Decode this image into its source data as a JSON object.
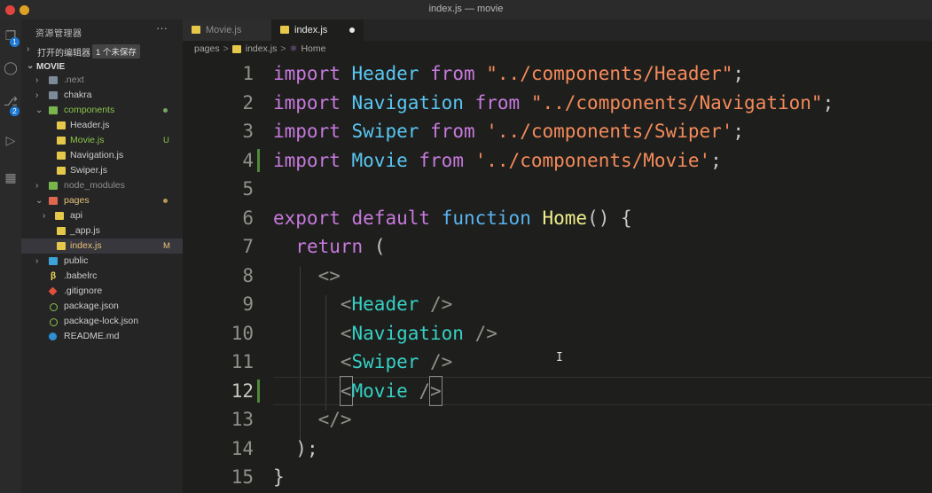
{
  "window": {
    "title": "index.js — movie"
  },
  "activity": {
    "explorer_badge": "1",
    "scm_badge": "2"
  },
  "sidebar": {
    "header": "资源管理器",
    "more": "···",
    "open_editors": {
      "label": "打开的编辑器",
      "unsaved": "1 个未保存"
    },
    "project": "MOVIE",
    "tree": [
      {
        "name": ".next",
        "type": "folder",
        "badge": ""
      },
      {
        "name": "chakra",
        "type": "folder",
        "badge": ""
      },
      {
        "name": "components",
        "type": "folder",
        "badge": ""
      },
      {
        "name": "Header.js",
        "type": "js",
        "badge": ""
      },
      {
        "name": "Movie.js",
        "type": "js",
        "badge": "U"
      },
      {
        "name": "Navigation.js",
        "type": "js",
        "badge": ""
      },
      {
        "name": "Swiper.js",
        "type": "js",
        "badge": ""
      },
      {
        "name": "node_modules",
        "type": "folder",
        "badge": ""
      },
      {
        "name": "pages",
        "type": "folder",
        "badge": ""
      },
      {
        "name": "api",
        "type": "folder",
        "badge": ""
      },
      {
        "name": "_app.js",
        "type": "js",
        "badge": ""
      },
      {
        "name": "index.js",
        "type": "js",
        "badge": "M"
      },
      {
        "name": "public",
        "type": "folder",
        "badge": ""
      },
      {
        "name": ".babelrc",
        "type": "file",
        "badge": ""
      },
      {
        "name": ".gitignore",
        "type": "file",
        "badge": ""
      },
      {
        "name": "package.json",
        "type": "file",
        "badge": ""
      },
      {
        "name": "package-lock.json",
        "type": "file",
        "badge": ""
      },
      {
        "name": "README.md",
        "type": "file",
        "badge": ""
      }
    ]
  },
  "tabs": [
    {
      "label": "Movie.js"
    },
    {
      "label": "index.js"
    }
  ],
  "breadcrumb": {
    "part1": "pages",
    "part2": "index.js",
    "part3": "Home",
    "sep": ">"
  },
  "editor": {
    "line_numbers": [
      "1",
      "2",
      "3",
      "4",
      "5",
      "6",
      "7",
      "8",
      "9",
      "10",
      "11",
      "12",
      "13",
      "14",
      "15"
    ],
    "tokens": {
      "import": "import",
      "from": "from",
      "export": "export",
      "default": "default",
      "function": "function",
      "return": "return",
      "Header": "Header",
      "Navigation": "Navigation",
      "Swiper": "Swiper",
      "Movie": "Movie",
      "Home": "Home",
      "s_header": "\"../components/Header\"",
      "s_nav": "\"../components/Navigation\"",
      "s_swiper": "'../components/Swiper'",
      "s_movie": "'../components/Movie'",
      "semi": ";",
      "parens": "()",
      "lbrace": "{",
      "rbrace": "}",
      "lparen": "(",
      "rparen": ")",
      "frag_open": "<>",
      "frag_close": "</>",
      "lt": "<",
      "selfclose": " />",
      "slash": "/",
      "gt": ">"
    }
  },
  "colors": {
    "keyword": "#c679dd",
    "identifier": "#59c6f2",
    "string": "#f58a5b",
    "function_name": "#f0ed8c",
    "tag": "#35d0c4",
    "modified_gutter": "#4f8a3a"
  }
}
